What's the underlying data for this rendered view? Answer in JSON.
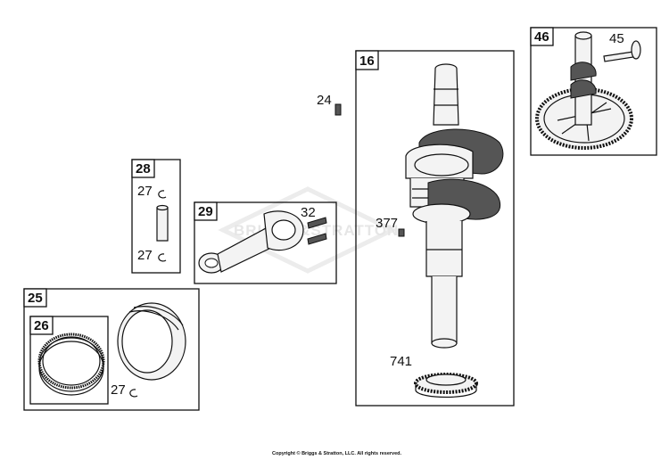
{
  "watermark": "BRIGGS&STRATTON",
  "copyright": "Copyright © Briggs & Stratton, LLC. All rights reserved.",
  "boxes": {
    "b16": "16",
    "b46": "46",
    "b28": "28",
    "b29": "29",
    "b25": "25",
    "b26": "26"
  },
  "labels": {
    "l45": "45",
    "l24": "24",
    "l27a": "27",
    "l27b": "27",
    "l32": "32",
    "l377": "377",
    "l741": "741",
    "l27c": "27"
  }
}
